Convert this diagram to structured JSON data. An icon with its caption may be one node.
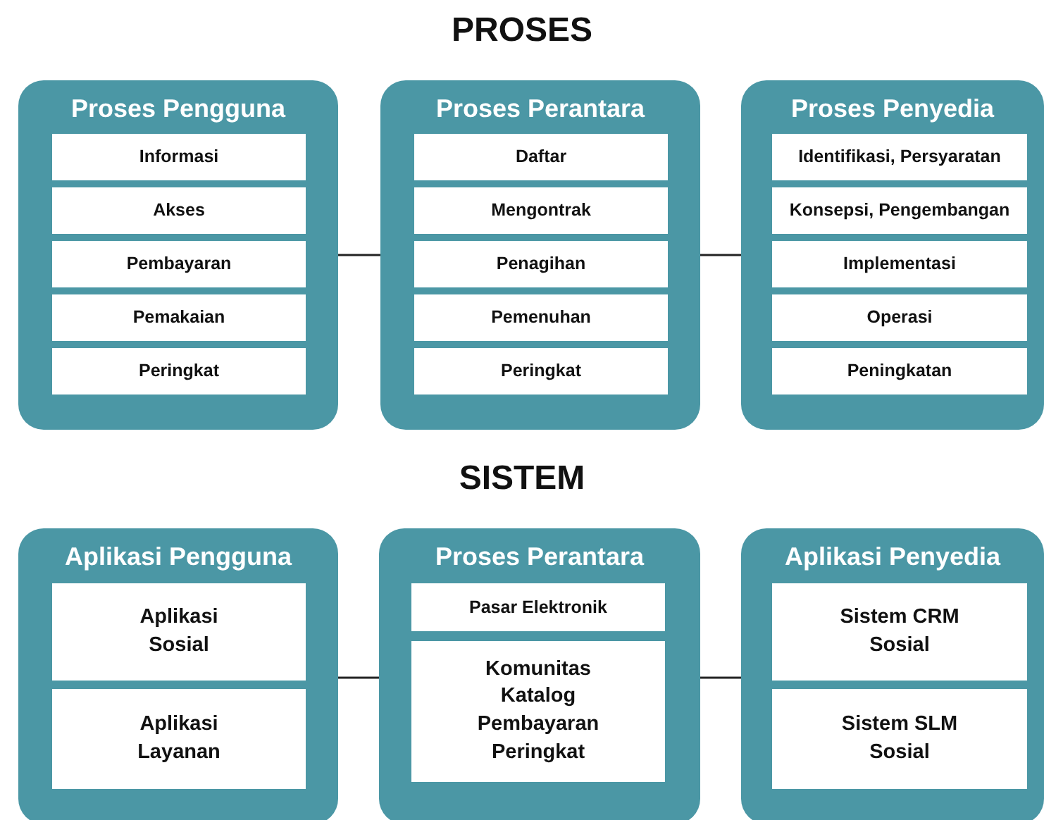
{
  "diagram": {
    "nodes": [
      {
        "text": [
          "Proses Pengguna"
        ]
      },
      {
        "text": [
          "Informasi"
        ],
        "in": 0
      },
      {
        "text": [
          "Akses"
        ],
        "in": 0
      },
      {
        "text": [
          "Pembayaran"
        ],
        "in": 0
      },
      {
        "text": [
          "Pemakaian"
        ],
        "in": 0
      },
      {
        "text": [
          "Peringkat"
        ],
        "in": 0
      },
      {
        "text": [
          "Proses Perantara"
        ]
      },
      {
        "text": [
          "Daftar"
        ],
        "in": 6
      },
      {
        "text": [
          "Mengontrak"
        ],
        "in": 6
      },
      {
        "text": [
          "Penagihan"
        ],
        "in": 6
      },
      {
        "text": [
          "Pemenuhan"
        ],
        "in": 6
      },
      {
        "text": [
          "Peringkat"
        ],
        "in": 6
      },
      {
        "text": [
          "Proses Penyedia"
        ]
      },
      {
        "text": [
          "Identifikasi, Persyaratan"
        ],
        "in": 12
      },
      {
        "text": [
          "Konsepsi, Pengembangan"
        ],
        "in": 12
      },
      {
        "text": [
          "Implementasi"
        ],
        "in": 12
      },
      {
        "text": [
          "Operasi"
        ],
        "in": 12
      },
      {
        "text": [
          "Peningkatan"
        ],
        "in": 12
      },
      {
        "text": [
          "Aplikasi Pengguna"
        ]
      },
      {
        "text": [
          "Aplikasi Sosial"
        ],
        "in": 18
      },
      {
        "text": [
          "Aplikasi Layanan"
        ],
        "in": 18
      },
      {
        "text": [
          "Proses Perantara"
        ]
      },
      {
        "text": [
          "Pasar Elektronik"
        ],
        "in": 21
      },
      {
        "text": [
          "Komunitas Katalog Pembayaran Peringkat"
        ],
        "in": 21
      },
      {
        "text": [
          "Aplikasi Penyedia"
        ]
      },
      {
        "text": [
          "Sistem CRM Sosial"
        ],
        "in": 24
      },
      {
        "text": [
          "Sistem SLM Sosial"
        ],
        "in": 24
      }
    ],
    "edges": [
      {
        "from": 0,
        "to": 6,
        "arrow": "none"
      },
      {
        "from": 6,
        "to": 12,
        "arrow": "none"
      },
      {
        "from": 18,
        "to": 21,
        "arrow": "none"
      },
      {
        "from": 21,
        "to": 24,
        "arrow": "none"
      }
    ],
    "labels": [
      "PROSES",
      "SISTEM"
    ]
  }
}
